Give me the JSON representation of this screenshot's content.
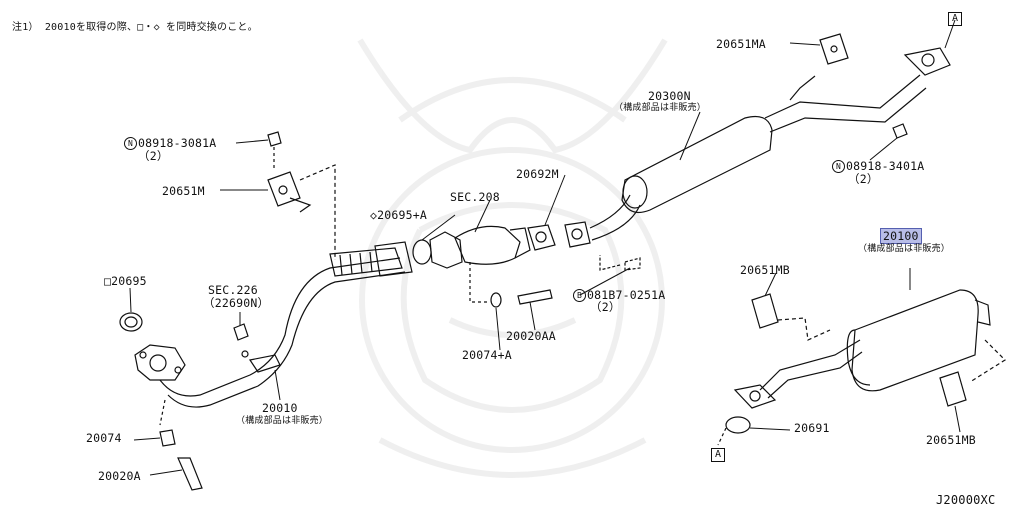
{
  "note": "注1） 20010を取得の際、□・◇ を同時交換のこと。",
  "diagram_code": "J20000XC",
  "ref_markers": {
    "top_right": "A",
    "bottom": "A"
  },
  "labels": {
    "p20651MA": "20651MA",
    "p20300N": "20300N",
    "p20300N_note": "（構成部品は非販売）",
    "n08918_3401A": "08918-3401A",
    "n08918_3401A_qty": "（2）",
    "n08918_3081A": "08918-3081A",
    "n08918_3081A_qty": "（2）",
    "p20651M": "20651M",
    "p20692M": "20692M",
    "sec208": "SEC.208",
    "p20695A": "◇20695+A",
    "p20100": "20100",
    "p20100_note": "（構成部品は非販売）",
    "p20695": "□20695",
    "sec226": "SEC.226",
    "p22690N": "（22690N）",
    "b081B7": "081B7-0251A",
    "b081B7_qty": "（2）",
    "p20651MB_l": "20651MB",
    "p20020AA": "20020AA",
    "p20074A": "20074+A",
    "p20010": "20010",
    "p20010_note": "（構成部品は非販売）",
    "p20074": "20074",
    "p20691": "20691",
    "p20651MB_r": "20651MB",
    "p20020A": "20020A"
  },
  "prefix_symbols": {
    "n": "N",
    "b": "B"
  },
  "highlight_color": "#b8bde8"
}
